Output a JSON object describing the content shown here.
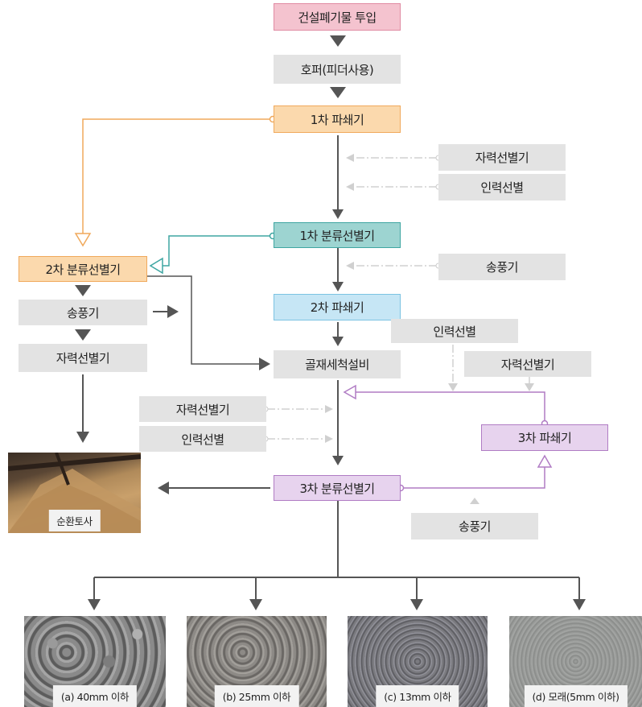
{
  "flow": {
    "input": "건설폐기물 투입",
    "hopper": "호퍼(피더사용)",
    "crusher1": "1차 파쇄기",
    "magnetic_a": "자력선별기",
    "manual_a": "인력선별",
    "sorter1": "1차 분류선별기",
    "blower_a": "송풍기",
    "crusher2": "2차 파쇄기",
    "washer": "골재세척설비",
    "manual_b": "인력선별",
    "magnetic_b": "자력선별기",
    "magnetic_c": "자력선별기",
    "manual_c": "인력선별",
    "crusher3": "3차 파쇄기",
    "sorter3": "3차 분류선별기",
    "blower_b": "송풍기",
    "sorter2": "2차 분류선별기",
    "blower_left": "송풍기",
    "magnetic_left": "자력선별기",
    "recycled_soil": "순환토사"
  },
  "products": [
    {
      "label": "(a) 40mm 이하"
    },
    {
      "label": "(b) 25mm 이하"
    },
    {
      "label": "(c) 13mm 이하"
    },
    {
      "label": "(d) 모래(5mm 이하)"
    }
  ],
  "colors": {
    "orange_line": "#f0a95c",
    "teal_line": "#3fa6a2",
    "purple_line": "#b07cc4",
    "main_line": "#555555",
    "dashed_line": "#c8c8c8"
  }
}
